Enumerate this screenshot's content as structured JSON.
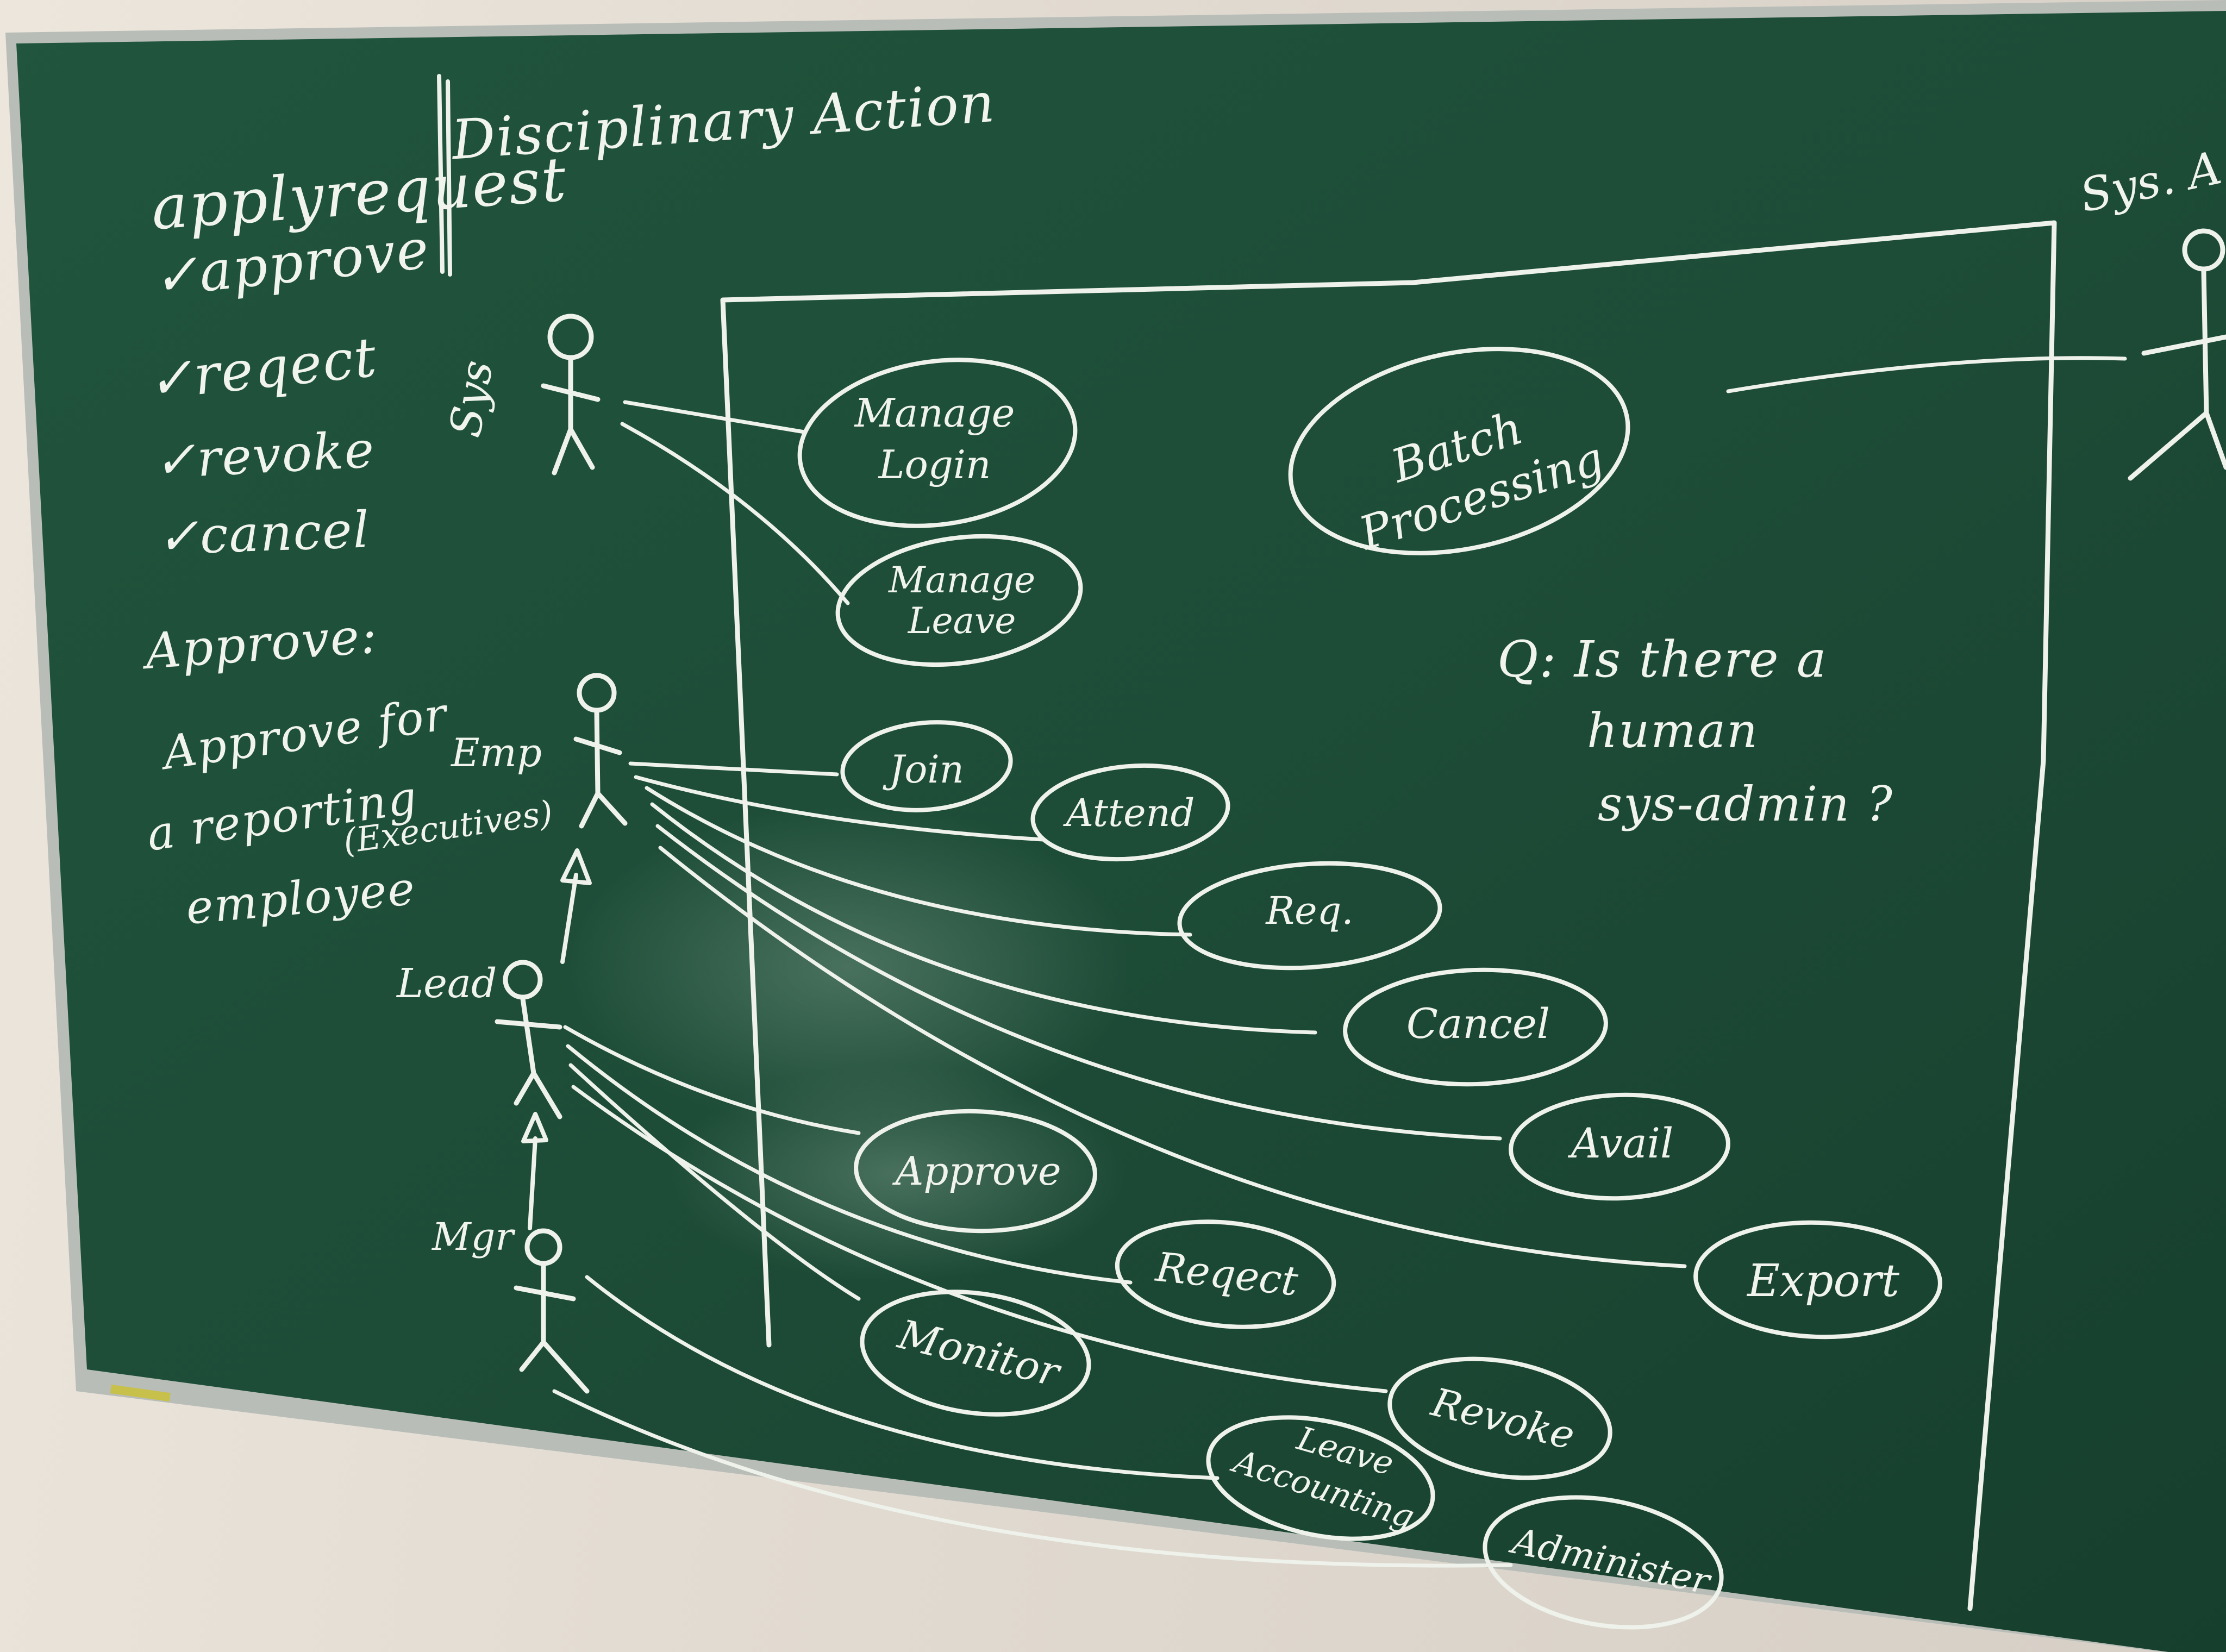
{
  "board": {
    "title_left": "applyrequest",
    "title_right": "Disciplinary Action",
    "checklist": [
      "✓approve",
      "✓reqect",
      "✓revoke",
      "✓cancel"
    ],
    "note_heading": "Approve:",
    "note_lines": [
      "Approve for",
      "a reporting",
      "employee"
    ],
    "question_lines": [
      "Q: Is there a",
      "human",
      "sys-admin ?"
    ]
  },
  "actors": {
    "sys": "Sys",
    "emp": "Emp",
    "emp_sub": "(Executives)",
    "lead": "Lead",
    "mgr": "Mgr",
    "sys_admin": "Sys. A"
  },
  "use_cases": {
    "manage_login": [
      "Manage",
      "Login"
    ],
    "manage_leave": [
      "Manage",
      "Leave"
    ],
    "batch_processing": [
      "Batch",
      "Processing"
    ],
    "join": [
      "Join"
    ],
    "attend": [
      "Attend"
    ],
    "req": [
      "Req."
    ],
    "cancel": [
      "Cancel"
    ],
    "avail": [
      "Avail"
    ],
    "approve": [
      "Approve"
    ],
    "export": [
      "Export"
    ],
    "reqect": [
      "Reqect"
    ],
    "monitor": [
      "Monitor"
    ],
    "revoke": [
      "Revoke"
    ],
    "leave_accounting": [
      "Leave",
      "Accounting"
    ],
    "administer": [
      "Administer"
    ]
  },
  "colors": {
    "board": "#1e4d38",
    "board_edge": "#b9bdb8",
    "chalk": "#eef2ea",
    "wall": "#e6dfd5"
  }
}
